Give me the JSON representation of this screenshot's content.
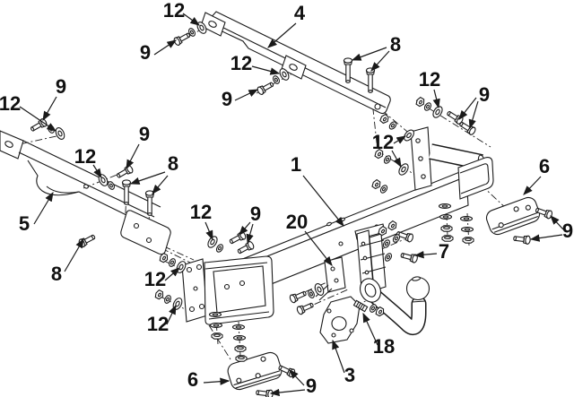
{
  "figure": {
    "kind": "exploded-view assembly diagram",
    "subject": "tow bar / trailer hitch assembly with fasteners",
    "background_color": "#ffffff",
    "line_color": "#1a1a1a",
    "part_numbers_visible": [
      "1",
      "3",
      "4",
      "5",
      "6",
      "7",
      "8",
      "9",
      "12",
      "18",
      "20"
    ]
  },
  "callouts": [
    {
      "text": "12"
    },
    {
      "text": "4"
    },
    {
      "text": "9"
    },
    {
      "text": "8"
    },
    {
      "text": "12"
    },
    {
      "text": "9"
    },
    {
      "text": "12"
    },
    {
      "text": "9"
    },
    {
      "text": "12"
    },
    {
      "text": "9"
    },
    {
      "text": "12"
    },
    {
      "text": "1"
    },
    {
      "text": "6"
    },
    {
      "text": "12"
    },
    {
      "text": "9"
    },
    {
      "text": "8"
    },
    {
      "text": "5"
    },
    {
      "text": "12"
    },
    {
      "text": "9"
    },
    {
      "text": "20"
    },
    {
      "text": "9"
    },
    {
      "text": "8"
    },
    {
      "text": "7"
    },
    {
      "text": "12"
    },
    {
      "text": "12"
    },
    {
      "text": "18"
    },
    {
      "text": "3"
    },
    {
      "text": "6"
    },
    {
      "text": "9"
    }
  ]
}
